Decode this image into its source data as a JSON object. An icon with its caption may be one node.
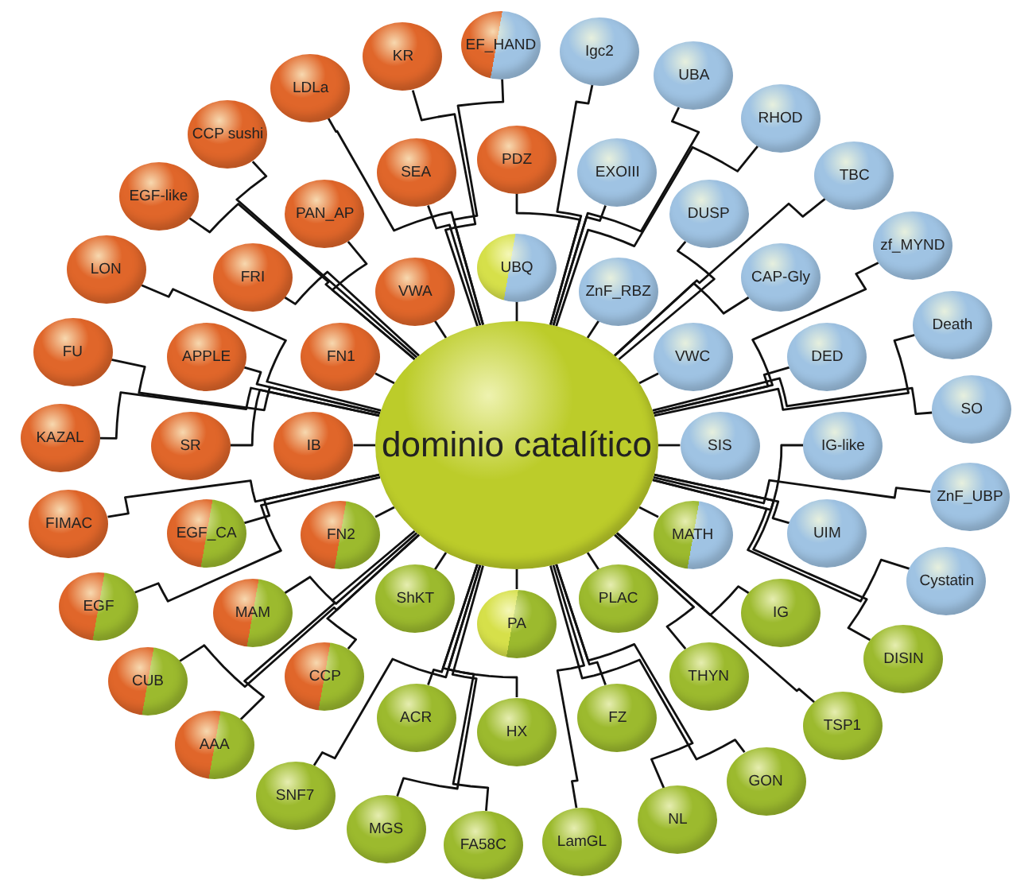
{
  "diagram": {
    "nodes": [
      {
        "text": [
          "dominio catalítico"
        ]
      },
      {
        "text": [
          "UBQ"
        ]
      },
      {
        "text": [
          "ZnF_RBZ"
        ]
      },
      {
        "text": [
          "VWC"
        ]
      },
      {
        "text": [
          "SIS"
        ]
      },
      {
        "text": [
          "MATH"
        ]
      },
      {
        "text": [
          "PLAC"
        ]
      },
      {
        "text": [
          "PA"
        ]
      },
      {
        "text": [
          "ShKT"
        ]
      },
      {
        "text": [
          "FN2"
        ]
      },
      {
        "text": [
          "IB"
        ]
      },
      {
        "text": [
          "FN1"
        ]
      },
      {
        "text": [
          "VWA"
        ]
      },
      {
        "text": [
          "PDZ"
        ]
      },
      {
        "text": [
          "EXOIII"
        ]
      },
      {
        "text": [
          "DUSP"
        ]
      },
      {
        "text": [
          "CAP-Gly"
        ]
      },
      {
        "text": [
          "DED"
        ]
      },
      {
        "text": [
          "IG-like"
        ]
      },
      {
        "text": [
          "UIM"
        ]
      },
      {
        "text": [
          "IG"
        ]
      },
      {
        "text": [
          "THYN"
        ]
      },
      {
        "text": [
          "FZ"
        ]
      },
      {
        "text": [
          "HX"
        ]
      },
      {
        "text": [
          "ACR"
        ]
      },
      {
        "text": [
          "CCP"
        ]
      },
      {
        "text": [
          "MAM"
        ]
      },
      {
        "text": [
          "EGF_CA"
        ]
      },
      {
        "text": [
          "SR"
        ]
      },
      {
        "text": [
          "APPLE"
        ]
      },
      {
        "text": [
          "FRI"
        ]
      },
      {
        "text": [
          "PAN_AP"
        ]
      },
      {
        "text": [
          "SEA"
        ]
      },
      {
        "text": [
          "EF_HAND"
        ]
      },
      {
        "text": [
          "Igc2"
        ]
      },
      {
        "text": [
          "UBA"
        ]
      },
      {
        "text": [
          "RHOD"
        ]
      },
      {
        "text": [
          "TBC"
        ]
      },
      {
        "text": [
          "zf_MYND"
        ]
      },
      {
        "text": [
          "Death"
        ]
      },
      {
        "text": [
          "SO"
        ]
      },
      {
        "text": [
          "ZnF_UBP"
        ]
      },
      {
        "text": [
          "Cystatin"
        ]
      },
      {
        "text": [
          "DISIN"
        ]
      },
      {
        "text": [
          "TSP1"
        ]
      },
      {
        "text": [
          "GON"
        ]
      },
      {
        "text": [
          "NL"
        ]
      },
      {
        "text": [
          "LamGL"
        ]
      },
      {
        "text": [
          "FA58C"
        ]
      },
      {
        "text": [
          "MGS"
        ]
      },
      {
        "text": [
          "SNF7"
        ]
      },
      {
        "text": [
          "AAA"
        ]
      },
      {
        "text": [
          "CUB"
        ]
      },
      {
        "text": [
          "EGF"
        ]
      },
      {
        "text": [
          "FIMAC"
        ]
      },
      {
        "text": [
          "KAZAL"
        ]
      },
      {
        "text": [
          "FU"
        ]
      },
      {
        "text": [
          "LON"
        ]
      },
      {
        "text": [
          "EGF-like"
        ]
      },
      {
        "text": [
          "CCP sushi"
        ]
      },
      {
        "text": [
          "LDLa"
        ]
      },
      {
        "text": [
          "KR"
        ]
      }
    ],
    "edges": [
      {
        "from": 0,
        "to": 1,
        "arrow": "none"
      },
      {
        "from": 0,
        "to": 2,
        "arrow": "none"
      },
      {
        "from": 0,
        "to": 3,
        "arrow": "none"
      },
      {
        "from": 0,
        "to": 4,
        "arrow": "none"
      },
      {
        "from": 0,
        "to": 5,
        "arrow": "none"
      },
      {
        "from": 0,
        "to": 6,
        "arrow": "none"
      },
      {
        "from": 0,
        "to": 7,
        "arrow": "none"
      },
      {
        "from": 0,
        "to": 8,
        "arrow": "none"
      },
      {
        "from": 0,
        "to": 9,
        "arrow": "none"
      },
      {
        "from": 0,
        "to": 10,
        "arrow": "none"
      },
      {
        "from": 0,
        "to": 11,
        "arrow": "none"
      },
      {
        "from": 0,
        "to": 12,
        "arrow": "none"
      },
      {
        "from": 0,
        "to": 13,
        "arrow": "none"
      },
      {
        "from": 0,
        "to": 14,
        "arrow": "none"
      },
      {
        "from": 0,
        "to": 15,
        "arrow": "none"
      },
      {
        "from": 0,
        "to": 16,
        "arrow": "none"
      },
      {
        "from": 0,
        "to": 17,
        "arrow": "none"
      },
      {
        "from": 0,
        "to": 18,
        "arrow": "none"
      },
      {
        "from": 0,
        "to": 19,
        "arrow": "none"
      },
      {
        "from": 0,
        "to": 20,
        "arrow": "none"
      },
      {
        "from": 0,
        "to": 21,
        "arrow": "none"
      },
      {
        "from": 0,
        "to": 22,
        "arrow": "none"
      },
      {
        "from": 0,
        "to": 23,
        "arrow": "none"
      },
      {
        "from": 0,
        "to": 24,
        "arrow": "none"
      },
      {
        "from": 0,
        "to": 25,
        "arrow": "none"
      },
      {
        "from": 0,
        "to": 26,
        "arrow": "none"
      },
      {
        "from": 0,
        "to": 27,
        "arrow": "none"
      },
      {
        "from": 0,
        "to": 28,
        "arrow": "none"
      },
      {
        "from": 0,
        "to": 29,
        "arrow": "none"
      },
      {
        "from": 0,
        "to": 30,
        "arrow": "none"
      },
      {
        "from": 0,
        "to": 31,
        "arrow": "none"
      },
      {
        "from": 0,
        "to": 32,
        "arrow": "none"
      },
      {
        "from": 0,
        "to": 33,
        "arrow": "none"
      },
      {
        "from": 0,
        "to": 34,
        "arrow": "none"
      },
      {
        "from": 0,
        "to": 35,
        "arrow": "none"
      },
      {
        "from": 0,
        "to": 36,
        "arrow": "none"
      },
      {
        "from": 0,
        "to": 37,
        "arrow": "none"
      },
      {
        "from": 0,
        "to": 38,
        "arrow": "none"
      },
      {
        "from": 0,
        "to": 39,
        "arrow": "none"
      },
      {
        "from": 0,
        "to": 40,
        "arrow": "none"
      },
      {
        "from": 0,
        "to": 41,
        "arrow": "none"
      },
      {
        "from": 0,
        "to": 42,
        "arrow": "none"
      },
      {
        "from": 0,
        "to": 43,
        "arrow": "none"
      },
      {
        "from": 0,
        "to": 44,
        "arrow": "none"
      },
      {
        "from": 0,
        "to": 45,
        "arrow": "none"
      },
      {
        "from": 0,
        "to": 46,
        "arrow": "none"
      },
      {
        "from": 0,
        "to": 47,
        "arrow": "none"
      },
      {
        "from": 0,
        "to": 48,
        "arrow": "none"
      },
      {
        "from": 0,
        "to": 49,
        "arrow": "none"
      },
      {
        "from": 0,
        "to": 50,
        "arrow": "none"
      },
      {
        "from": 0,
        "to": 51,
        "arrow": "none"
      },
      {
        "from": 0,
        "to": 52,
        "arrow": "none"
      },
      {
        "from": 0,
        "to": 53,
        "arrow": "none"
      },
      {
        "from": 0,
        "to": 54,
        "arrow": "none"
      },
      {
        "from": 0,
        "to": 55,
        "arrow": "none"
      },
      {
        "from": 0,
        "to": 56,
        "arrow": "none"
      },
      {
        "from": 0,
        "to": 57,
        "arrow": "none"
      },
      {
        "from": 0,
        "to": 58,
        "arrow": "none"
      },
      {
        "from": 0,
        "to": 59,
        "arrow": "none"
      },
      {
        "from": 0,
        "to": 60,
        "arrow": "none"
      },
      {
        "from": 0,
        "to": 61,
        "arrow": "none"
      }
    ]
  }
}
